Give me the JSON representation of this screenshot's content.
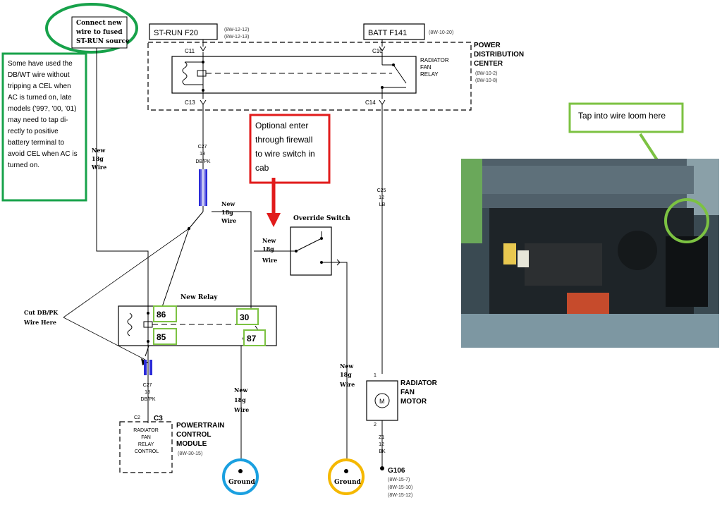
{
  "top_note": [
    "Connect new",
    "wire to fused",
    "ST-RUN source"
  ],
  "left_note": [
    "Some have used the",
    "DB/WT wire without",
    "tripping a CEL when",
    "AC is turned on, late",
    "models ('99?, '00, '01)",
    "may need to tap di-",
    "rectly to positive",
    "battery terminal to",
    "avoid CEL when AC is",
    "turned on."
  ],
  "fuse_st": "ST-RUN F20",
  "fuse_st_refs": [
    "(8W-12-12)",
    "(8W-12-13)"
  ],
  "fuse_batt": "BATT F141",
  "fuse_batt_ref": "(8W-10-20)",
  "pdc_label": [
    "POWER",
    "DISTRIBUTION",
    "CENTER"
  ],
  "pdc_refs": [
    "(8W-10-2)",
    "(8W-10-8)"
  ],
  "rad_relay_label": [
    "RADIATOR",
    "FAN",
    "RELAY"
  ],
  "c11": "C11",
  "c10": "C10",
  "c13": "C13",
  "c14": "C14",
  "optional_note": [
    "Optional enter",
    "through firewall",
    "to wire switch in",
    "cab"
  ],
  "tap_note": "Tap into wire loom here",
  "c27_top": [
    "C27",
    "18",
    "DB/PK"
  ],
  "c25": [
    "C25",
    "12",
    "LB"
  ],
  "new_wire": [
    "New",
    "18g",
    "Wire"
  ],
  "override_switch": "Override Switch",
  "new_relay": "New Relay",
  "cut_note": [
    "Cut DB/PK",
    "Wire Here"
  ],
  "pins": {
    "p86": "86",
    "p85": "85",
    "p30": "30",
    "p87": "87"
  },
  "c27_bottom": [
    "C27",
    "18",
    "DB/PK"
  ],
  "c2": "C2",
  "c3": "C3",
  "pcm_box": [
    "RADIATOR",
    "FAN",
    "RELAY",
    "CONTROL"
  ],
  "pcm_label": [
    "POWERTRAIN",
    "CONTROL",
    "MODULE"
  ],
  "pcm_ref": "(8W-30-15)",
  "rad_motor_label": [
    "RADIATOR",
    "FAN",
    "MOTOR"
  ],
  "motor_symbol": "M",
  "pin1": "1",
  "pin2": "2",
  "z1": [
    "Z1",
    "12",
    "BK"
  ],
  "g106": "G106",
  "g106_refs": [
    "(8W-15-7)",
    "(8W-15-10)",
    "(8W-15-12)"
  ],
  "ground": "Ground",
  "colors": {
    "green": "#17a24a",
    "lightgreen": "#7cc242",
    "red": "#e11b1b",
    "blue": "#1aa0e0",
    "orange": "#f5b800",
    "connector": "#2b2bd8"
  }
}
